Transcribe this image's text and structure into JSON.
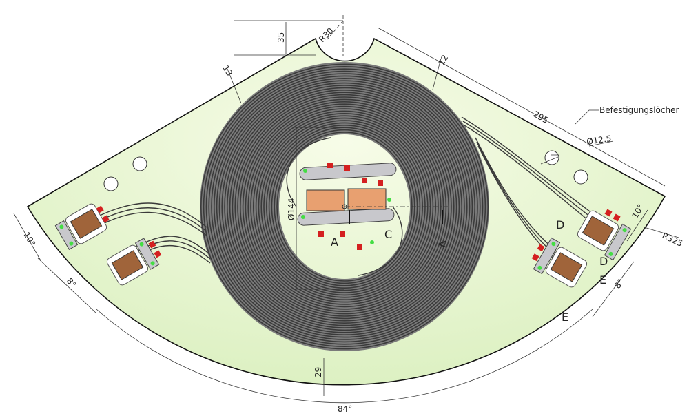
{
  "labels": {
    "notch_depth": "35",
    "notch_radius": "R30",
    "edge_margin_left": "13",
    "edge_margin_right": "12",
    "edge_length": "295",
    "mounting_holes": "Befestigungslöcher",
    "hole_diameter": "Ø12.5",
    "angle_left_top": "10°",
    "angle_left_bottom": "8°",
    "angle_right_top": "10°",
    "angle_right_bottom": "8°",
    "outer_radius": "R325",
    "inner_diameter": "Ø144",
    "section_a1": "A",
    "section_a2": "A",
    "detail_c": "C",
    "section_d1": "D",
    "section_d2": "D",
    "section_e1": "E",
    "section_e2": "E",
    "bottom_margin": "29",
    "sector_angle": "84°"
  },
  "colors": {
    "plate": "#e6f5cf",
    "coil": "#3a3a3a",
    "clamp_wood": "#a0643a",
    "clamp_bar": "#c8c8cc",
    "screw": "#d42020",
    "pin": "#44dd44",
    "center_block": "#e8a070"
  }
}
